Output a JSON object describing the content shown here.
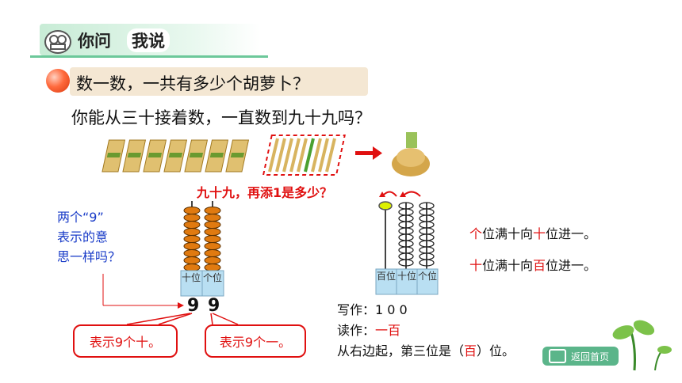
{
  "header": {
    "title_part1": "你问",
    "title_part2": "我说",
    "icon": "reading-person-icon"
  },
  "question": "数一数，一共有多少个胡萝卜？",
  "question2": "你能从三十接着数，一直数到九十九吗？",
  "caption_red": "九十九，再添1是多少？",
  "blue_question": {
    "line1": "两个“9”",
    "line2": "表示的意",
    "line3": "思一样吗？"
  },
  "abacus_left": {
    "tens_label": "十位",
    "ones_label": "个位",
    "digit_tens": "9",
    "digit_ones": "9",
    "beads_per_rod": 9
  },
  "abacus_right": {
    "hundreds_label": "百位",
    "tens_label": "十位",
    "ones_label": "个位",
    "beads_hundreds": 1,
    "beads_tens_outline": 10,
    "beads_ones_outline": 10
  },
  "bubbles": {
    "tens": "表示9个十。",
    "ones": "表示9个一。"
  },
  "write": {
    "label": "写作：",
    "value": "1 0 0"
  },
  "read": {
    "label": "读作：",
    "value": "一百"
  },
  "position": {
    "prefix": "从右边起，第三位是（",
    "value": "百",
    "suffix": "）位。"
  },
  "rule1": {
    "a": "个",
    "b": "位满十向",
    "c": "十",
    "d": "位进一。"
  },
  "rule2": {
    "a": "十",
    "b": "位满十向",
    "c": "百",
    "d": "位进一。"
  },
  "home_button": "返回首页",
  "colors": {
    "accent_red": "#e01010",
    "blue": "#1a3cc8",
    "green": "#5bb58a",
    "bead_orange": "#e07a10"
  }
}
